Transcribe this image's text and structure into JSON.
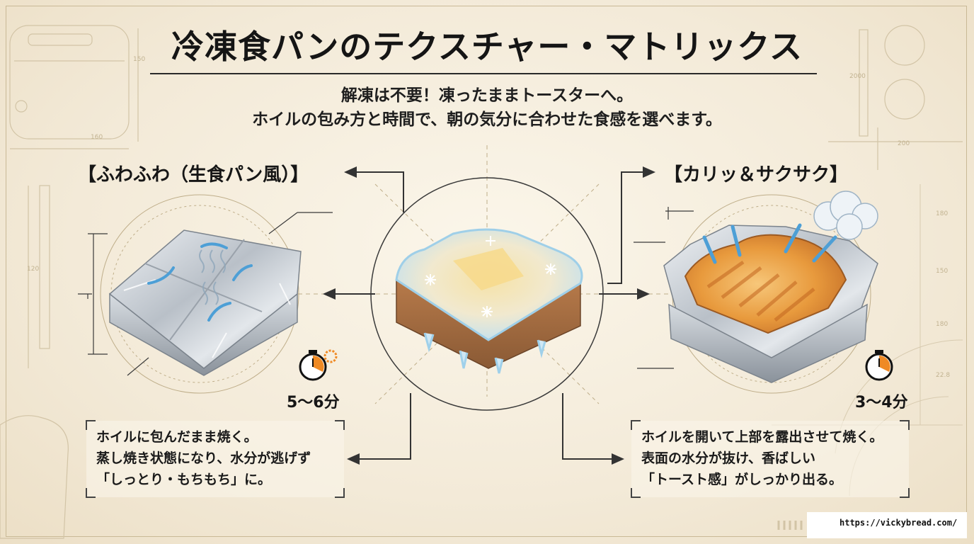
{
  "title": "冷凍食パンのテクスチャー・マトリックス",
  "subtitle_lines": [
    "解凍は不要！凍ったままトースターへ。",
    "ホイルの包み方と時間で、朝の気分に合わせた食感を選べます。"
  ],
  "left": {
    "heading": "【ふわふわ（生食パン風）】",
    "time": "5〜6分",
    "desc_lines": [
      "ホイルに包んだまま焼く。",
      "蒸し焼き状態になり、水分が逃げず",
      "「しっとり・もちもち」に。"
    ]
  },
  "right": {
    "heading": "【カリッ＆サクサク】",
    "time": "3〜4分",
    "desc_lines": [
      "ホイルを開いて上部を露出させて焼く。",
      "表面の水分が抜け、香ばしい",
      "「トースト感」がしっかり出る。"
    ]
  },
  "blueprint_labels": [
    "150",
    "160",
    "120",
    "2000",
    "200",
    "150",
    "180",
    "22.8",
    "180"
  ],
  "footer": {
    "url": "https://vickybread.com/"
  },
  "colors": {
    "foil": "#c9ced4",
    "ice": "#9fd0ea",
    "toast": "#e39a3e",
    "timer_accent": "#ef8a25",
    "arrow_blue": "#4d9fd6"
  }
}
